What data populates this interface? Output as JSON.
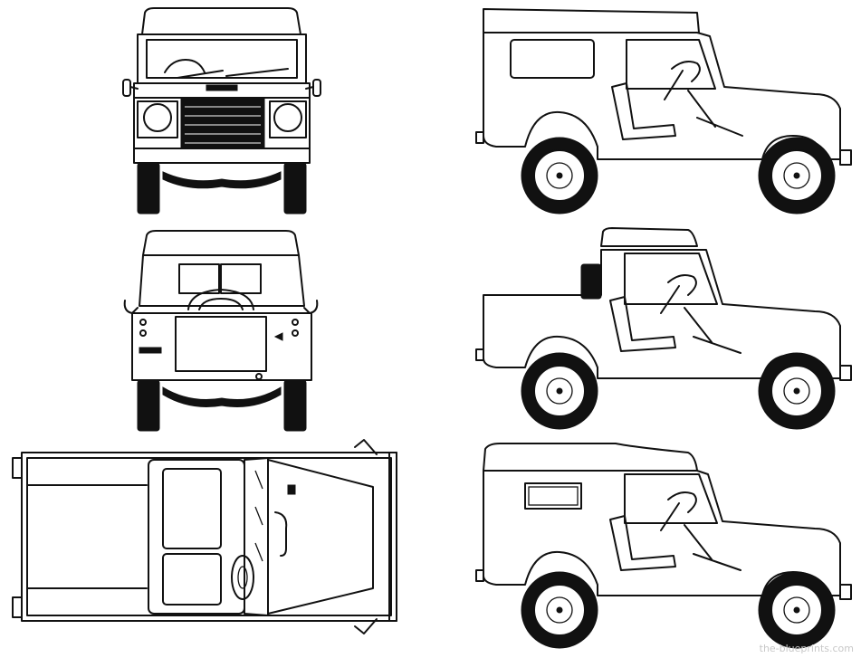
{
  "views": {
    "front": "front-view",
    "rear": "rear-view",
    "top": "top-view",
    "side_hardtop": "side-view-hardtop",
    "side_pickup": "side-view-pickup",
    "side_softtop": "side-view-softtop"
  },
  "watermark": "the-blueprints.com"
}
